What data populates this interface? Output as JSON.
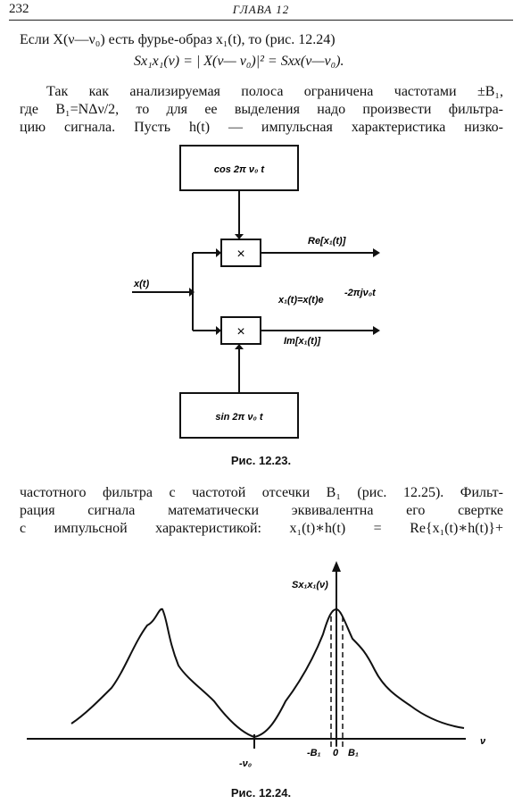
{
  "header": {
    "page_number": "232",
    "chapter": "ГЛАВА 12"
  },
  "text_top": {
    "line1": "Если X(ν—ν₀) есть фурье-образ x₁(t), то (рис. 12.24)",
    "formula": "Sx₁x₁(ν) = | X(ν— ν₀)|² = Sxx(ν—ν₀).",
    "line2": "Так как анализируемая полоса ограничена частотами ±B₁,",
    "line3": "где B₁=NΔν/2, то для ее выделения надо произвести фильтра-",
    "line4": "цию сигнала. Пусть h(t) — импульсная характеристика низко-"
  },
  "figure_12_23": {
    "top_box": "cos 2π ν₀ t",
    "bottom_box": "sin 2π ν₀ t",
    "multiplier": "×",
    "input": "x(t)",
    "real_output": "Re[x₁(t)]",
    "imag_output": "Im[x₁(t)]",
    "equation": "x₁(t)=x(t)e",
    "exponent": "-2πjν₀t",
    "caption": "Рис. 12.23."
  },
  "text_middle": {
    "line1": "частотного фильтра с частотой отсечки B₁ (рис. 12.25). Фильт-",
    "line2": "рация сигнала математически эквивалентна его свертке",
    "line3": "с импульсной характеристикой: x₁(t)∗h(t) = Re{x₁(t)∗h(t)}+"
  },
  "figure_12_24": {
    "y_label": "Sx₁x₁(ν)",
    "x_label": "ν",
    "tick_minus_nu0": "-ν₀",
    "tick_minus_B1": "-B₁",
    "tick_zero": "0",
    "tick_B1": "B₁",
    "caption": "Рис. 12.24."
  }
}
